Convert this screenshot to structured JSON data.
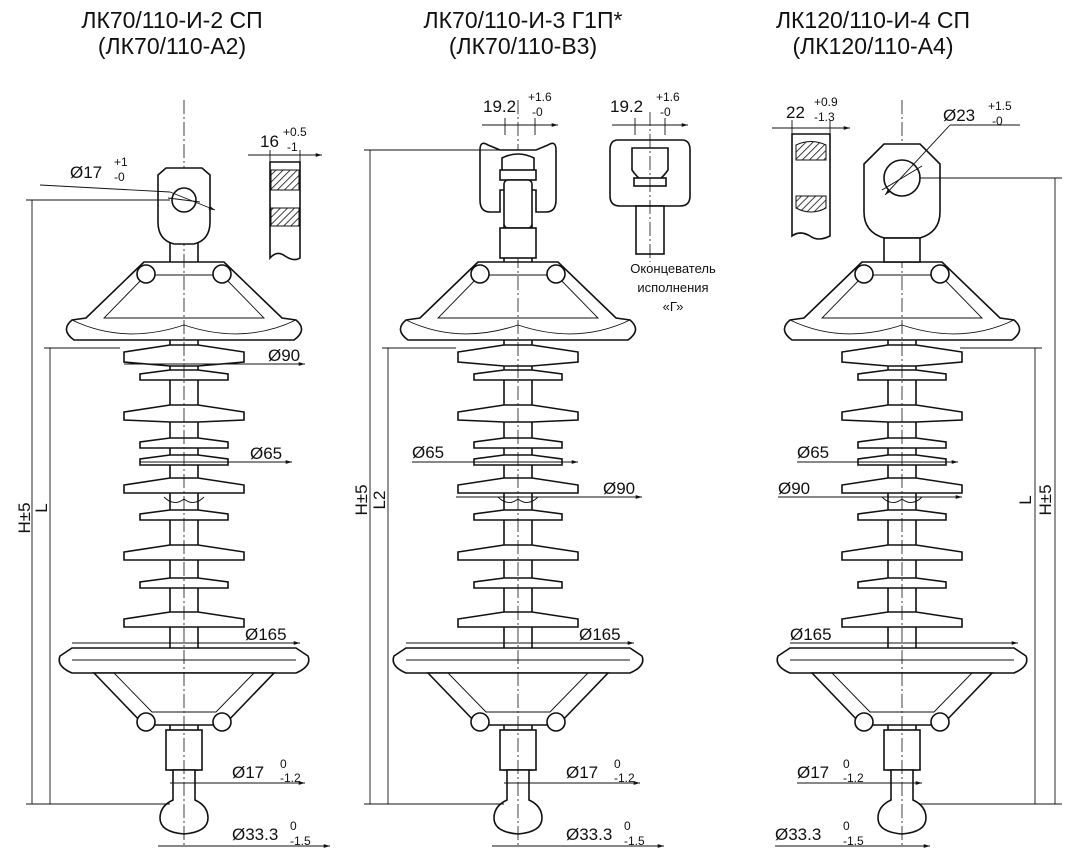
{
  "insulators": [
    {
      "title_line1": "ЛК70/110-И-2 СП",
      "title_line2": "(ЛК70/110-А2)",
      "eye_dim": "Ø17",
      "eye_tol_upper": "+1",
      "eye_tol_lower": "-0",
      "thickness_dim": "16",
      "thickness_tol_upper": "+0.5",
      "thickness_tol_lower": "-1",
      "shed_large": "Ø90",
      "shed_small": "Ø65",
      "ring": "Ø165",
      "rod_dim": "Ø17",
      "rod_tol_upper": "0",
      "rod_tol_lower": "-1.2",
      "ball_dim": "Ø33.3",
      "ball_tol_upper": "0",
      "ball_tol_lower": "-1.5",
      "height_label": "H±5",
      "length_label": "L"
    },
    {
      "title_line1": "ЛК70/110-И-3 Г1П*",
      "title_line2": "(ЛК70/110-В3)",
      "clevis_dim": "19.2",
      "clevis_tol_upper": "+1.6",
      "clevis_tol_lower": "-0",
      "clevis_alt_dim": "19.2",
      "clevis_alt_tol_upper": "+1.6",
      "clevis_alt_tol_lower": "-0",
      "note_line1": "Оконцеватель",
      "note_line2": "исполнения",
      "note_line3": "«Г»",
      "shed_small": "Ø65",
      "shed_large": "Ø90",
      "ring": "Ø165",
      "rod_dim": "Ø17",
      "rod_tol_upper": "0",
      "rod_tol_lower": "-1.2",
      "ball_dim": "Ø33.3",
      "ball_tol_upper": "0",
      "ball_tol_lower": "-1.5",
      "height_label": "H±5",
      "length_label": "L2"
    },
    {
      "title_line1": "ЛК120/110-И-4 СП",
      "title_line2": "(ЛК120/110-А4)",
      "thickness_dim": "22",
      "thickness_tol_upper": "+0.9",
      "thickness_tol_lower": "-1.3",
      "eye_dim": "Ø23",
      "eye_tol_upper": "+1.5",
      "eye_tol_lower": "-0",
      "shed_small": "Ø65",
      "shed_large": "Ø90",
      "ring": "Ø165",
      "rod_dim": "Ø17",
      "rod_tol_upper": "0",
      "rod_tol_lower": "-1.2",
      "ball_dim": "Ø33.3",
      "ball_tol_upper": "0",
      "ball_tol_lower": "-1.5",
      "height_label": "H±5",
      "length_label": "L"
    }
  ]
}
